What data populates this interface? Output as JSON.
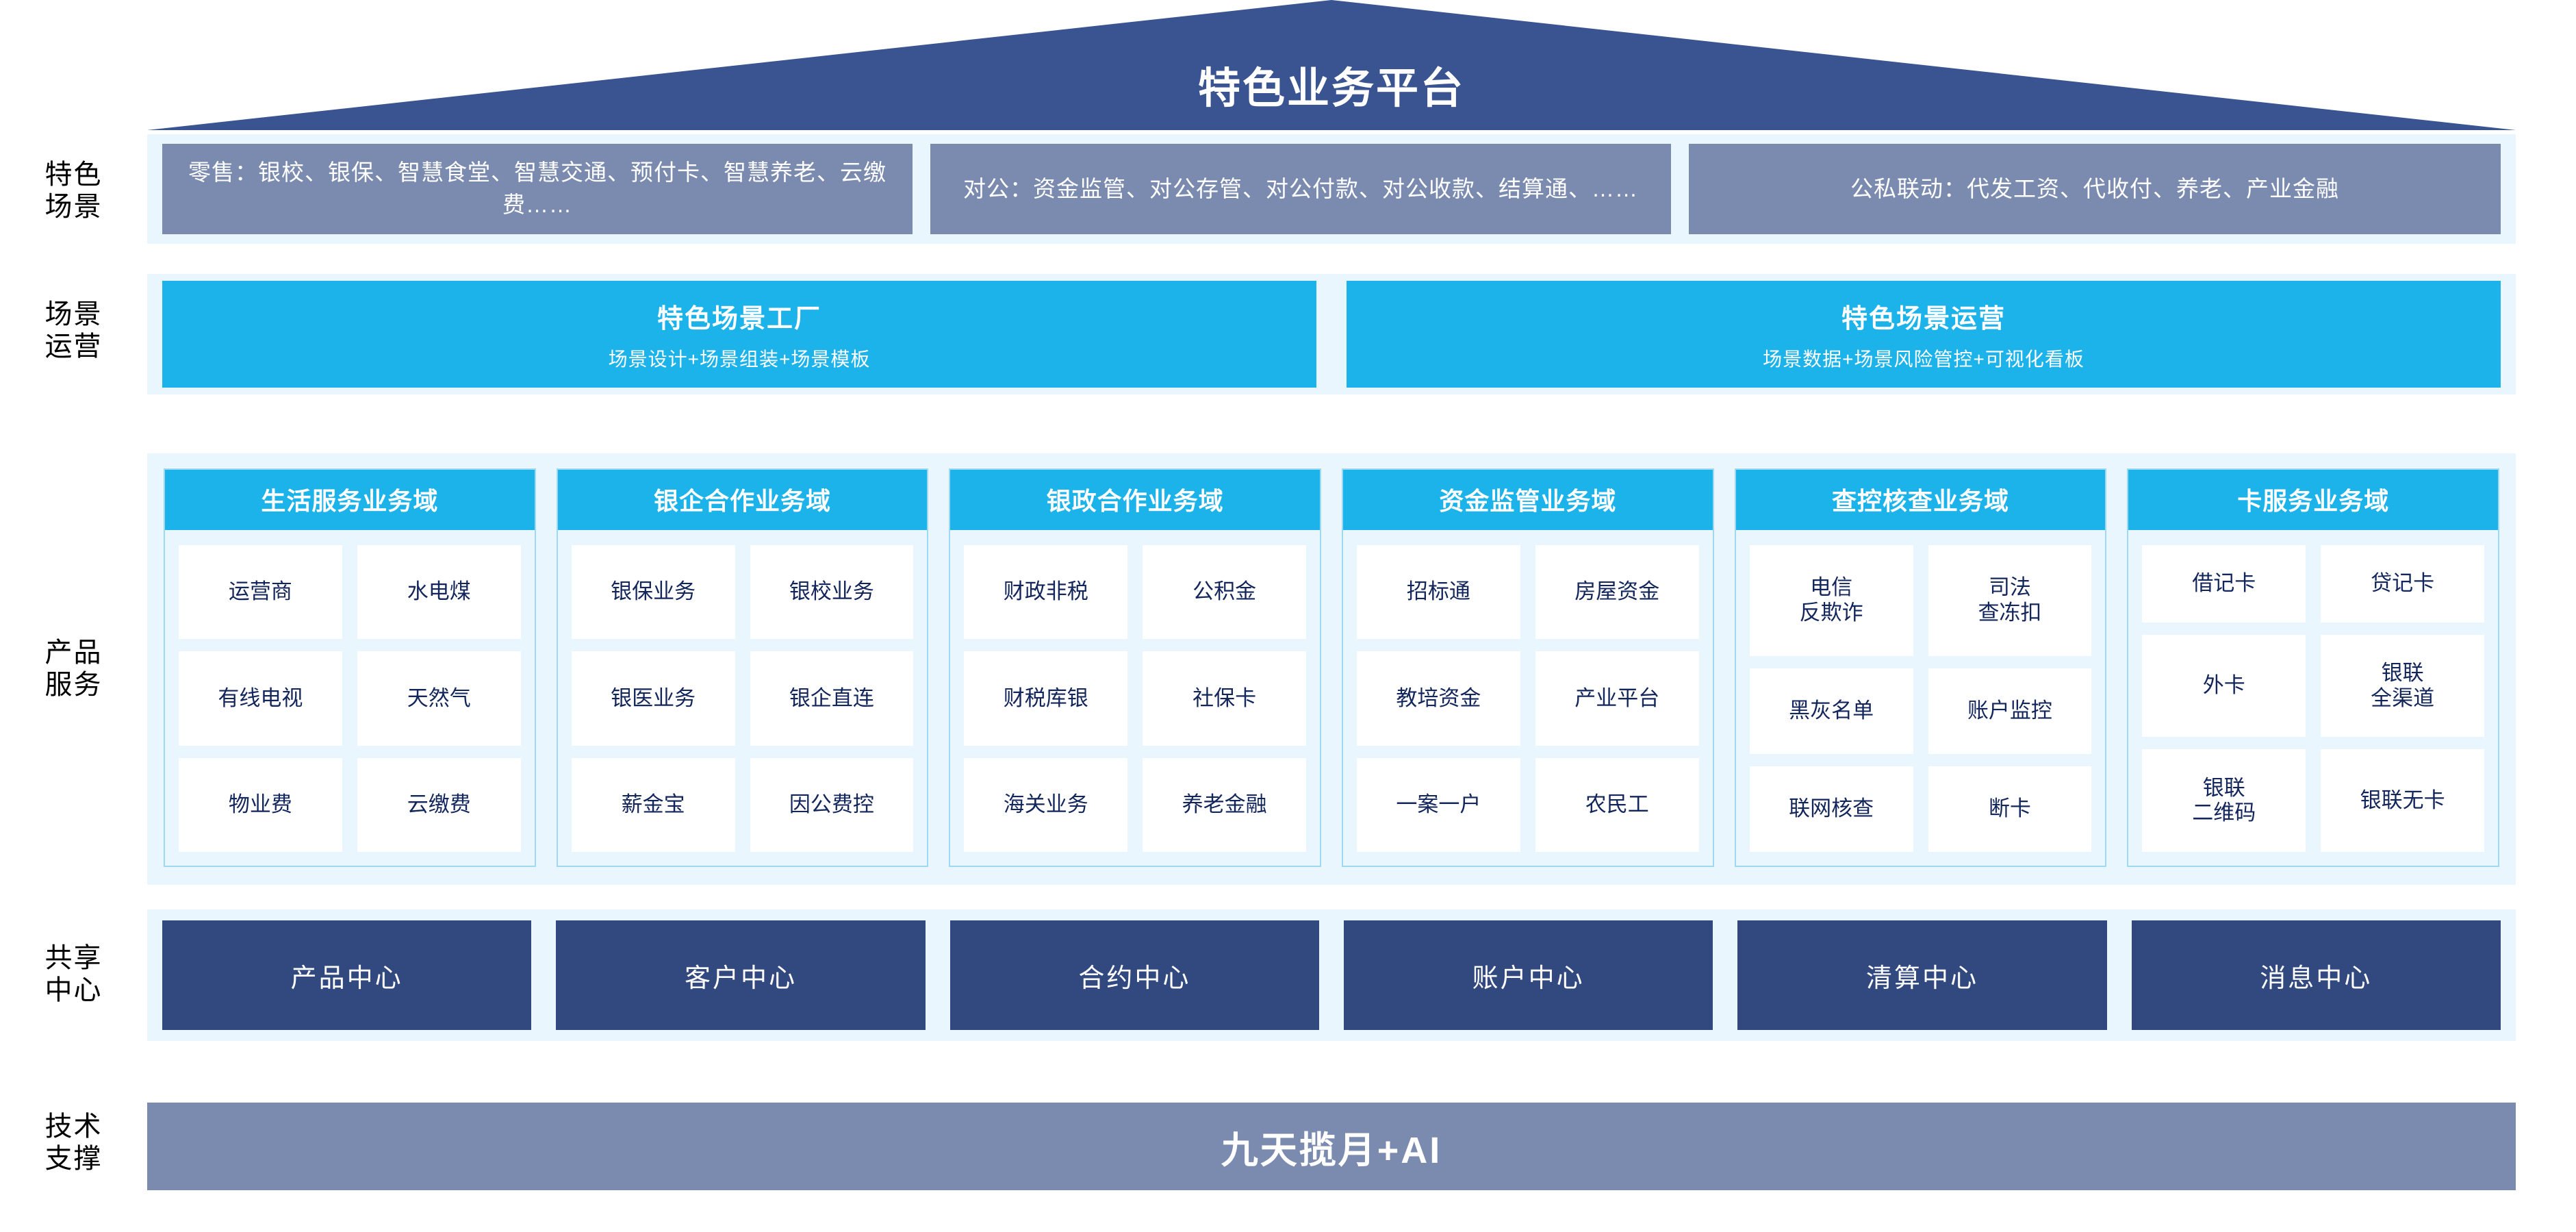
{
  "header": {
    "title": "特色业务平台"
  },
  "row_labels": [
    {
      "id": "scenes",
      "text": "特色\n场景"
    },
    {
      "id": "ops",
      "text": "场景\n运营"
    },
    {
      "id": "products",
      "text": "产品\n服务"
    },
    {
      "id": "shared",
      "text": "共享\n中心"
    },
    {
      "id": "tech",
      "text": "技术\n支撑"
    }
  ],
  "scenes": {
    "boxes": [
      {
        "label": "零售：银校、银保、智慧食堂、智慧交通、预付卡、智慧养老、云缴费……"
      },
      {
        "label": "对公：资金监管、对公存管、对公付款、对公收款、结算通、……"
      },
      {
        "label": "公私联动：代发工资、代收付、养老、产业金融"
      }
    ]
  },
  "operations": {
    "boxes": [
      {
        "title": "特色场景工厂",
        "subtitle": "场景设计+场景组装+场景模板"
      },
      {
        "title": "特色场景运营",
        "subtitle": "场景数据+场景风险管控+可视化看板"
      }
    ]
  },
  "product_domains": [
    {
      "title": "生活服务业务域",
      "items": [
        "运营商",
        "水电煤",
        "有线电视",
        "天然气",
        "物业费",
        "云缴费"
      ]
    },
    {
      "title": "银企合作业务域",
      "items": [
        "银保业务",
        "银校业务",
        "银医业务",
        "银企直连",
        "薪金宝",
        "因公费控"
      ]
    },
    {
      "title": "银政合作业务域",
      "items": [
        "财政非税",
        "公积金",
        "财税库银",
        "社保卡",
        "海关业务",
        "养老金融"
      ]
    },
    {
      "title": "资金监管业务域",
      "items": [
        "招标通",
        "房屋资金",
        "教培资金",
        "产业平台",
        "一案一户",
        "农民工"
      ]
    },
    {
      "title": "查控核查业务域",
      "items": [
        "电信\n反欺诈",
        "司法\n查冻扣",
        "黑灰名单",
        "账户监控",
        "联网核查",
        "断卡"
      ]
    },
    {
      "title": "卡服务业务域",
      "items": [
        "借记卡",
        "贷记卡",
        "外卡",
        "银联\n全渠道",
        "银联\n二维码",
        "银联无卡"
      ]
    }
  ],
  "shared_centers": [
    {
      "label": "产品中心"
    },
    {
      "label": "客户中心"
    },
    {
      "label": "合约中心"
    },
    {
      "label": "账户中心"
    },
    {
      "label": "清算中心"
    },
    {
      "label": "消息中心"
    }
  ],
  "tech_support": {
    "label": "九天揽月+AI"
  },
  "colors": {
    "roof_navy": "#3a5491",
    "scene_slate": "#7b8baf",
    "accent_cyan": "#1cb2ea",
    "band_pale": "#e9f6fe",
    "shared_navy": "#31497f",
    "card_text": "#13265c",
    "card_border": "#9dd9f3"
  }
}
